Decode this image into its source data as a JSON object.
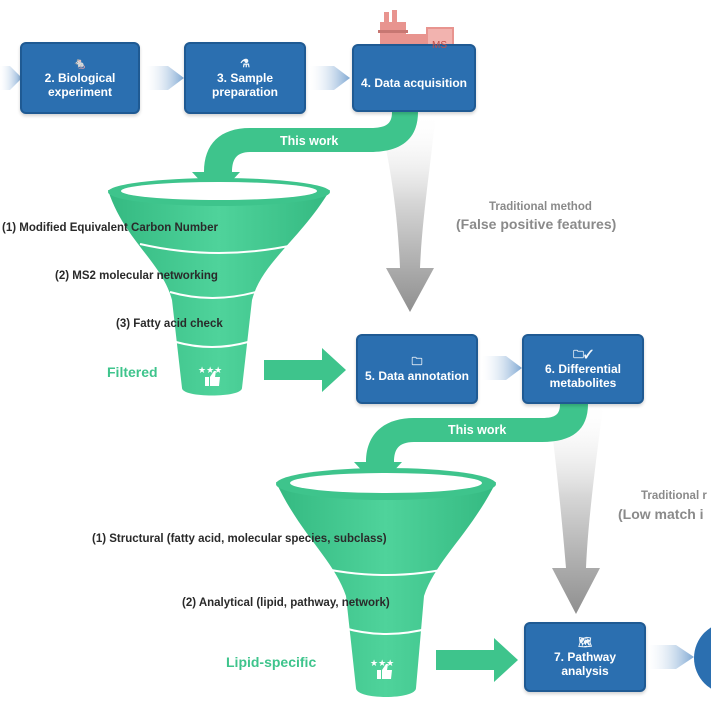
{
  "colors": {
    "box_fill": "#2b6fb0",
    "box_border": "#1f5a93",
    "funnel_green": "#3ec48c",
    "arrow_green": "#3ec48c",
    "gray_arrow": "#9a9a9a",
    "ms_instrument": "#e8948f"
  },
  "steps": {
    "s2": {
      "label": "2. Biological experiment",
      "icon": "mouse-icon"
    },
    "s3": {
      "label": "3. Sample preparation",
      "icon": "flask-icon"
    },
    "s4": {
      "label": "4. Data acquisition",
      "icon": "ms-instrument-icon",
      "instrument_label": "MS"
    },
    "s5": {
      "label": "5. Data annotation",
      "icon": "folder-icon"
    },
    "s6": {
      "label": "6. Differential metabolites",
      "icon": "checked-folder-icon"
    },
    "s7": {
      "label": "7. Pathway analysis",
      "icon": "pathway-map-icon"
    }
  },
  "top_flow": {
    "this_work": "This work",
    "traditional": "Traditional method",
    "traditional_note": "(False positive features)"
  },
  "funnel1": {
    "criteria": [
      "(1) Modified Equivalent Carbon Number",
      "(2) MS2 molecular networking",
      "(3) Fatty acid check"
    ],
    "result": "Filtered",
    "badge_icon": "stars-thumbs-up-icon"
  },
  "bottom_flow": {
    "this_work": "This work",
    "traditional": "Traditional r",
    "traditional_note": "(Low match i"
  },
  "funnel2": {
    "criteria": [
      "(1) Structural (fatty acid, molecular species, subclass)",
      "(2) Analytical (lipid, pathway, network)"
    ],
    "result": "Lipid-specific",
    "badge_icon": "stars-thumbs-up-icon"
  }
}
